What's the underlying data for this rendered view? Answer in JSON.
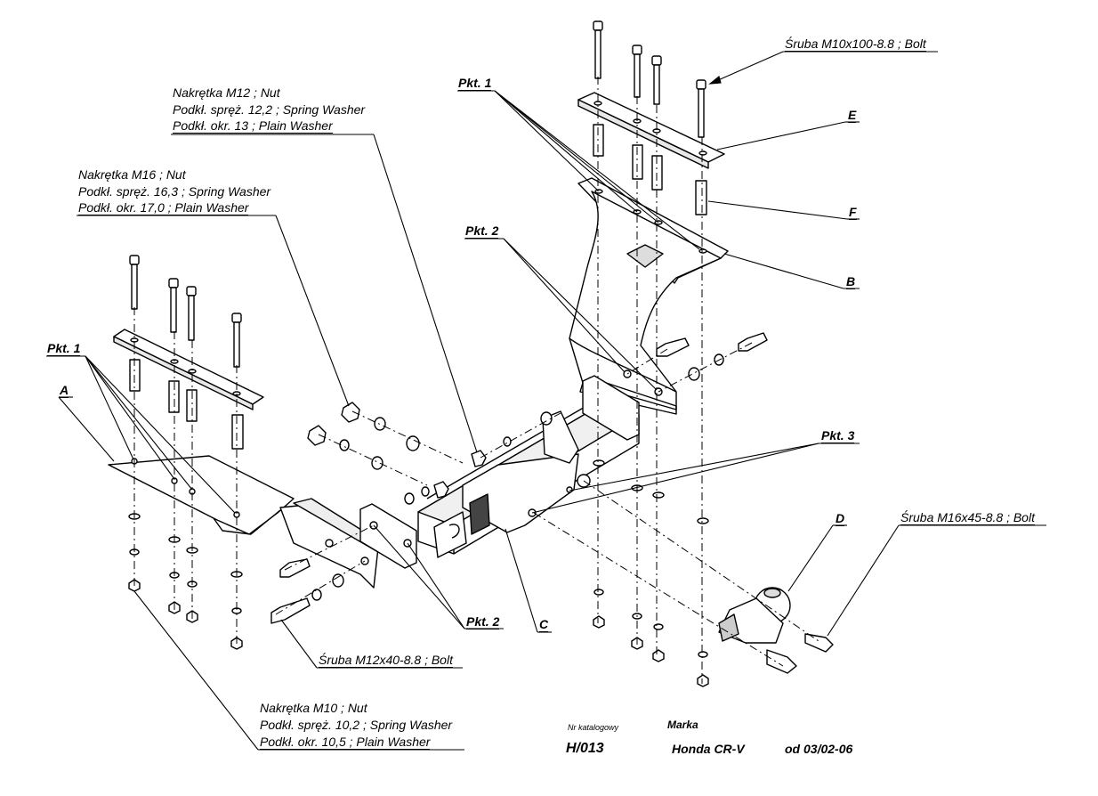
{
  "labels": {
    "bolt_m10x100": "Śruba M10x100-8.8 ;  Bolt",
    "part_e": "E",
    "part_f": "F",
    "part_b": "B",
    "part_a": "A",
    "part_c": "C",
    "part_d": "D",
    "pkt1": "Pkt. 1",
    "pkt2": "Pkt. 2",
    "pkt3": "Pkt. 3",
    "nut_m12": {
      "line1": "Nakrętka  M12 ; Nut",
      "line2": "Podkł. spręż. 12,2 ; Spring Washer",
      "line3": "Podkł. okr. 13 ;  Plain Washer"
    },
    "nut_m16": {
      "line1": "Nakrętka  M16 ; Nut",
      "line2": "Podkł. spręż. 16,3 ; Spring Washer",
      "line3": "Podkł. okr. 17,0 ;  Plain Washer"
    },
    "nut_m10": {
      "line1": "Nakrętka  M10 ; Nut",
      "line2": "Podkł. spręż. 10,2 ; Spring Washer",
      "line3": "Podkł. okr. 10,5 ;  Plain Washer"
    },
    "bolt_m16x45": "Śruba M16x45-8.8 ;  Bolt",
    "bolt_m12x40": "Śruba M12x40-8.8 ;  Bolt"
  },
  "title_block": {
    "catalog_label": "Nr katalogowy",
    "brand_label": "Marka",
    "catalog_number": "H/013",
    "brand_model": "Honda CR-V",
    "date": "od 03/02-06"
  }
}
